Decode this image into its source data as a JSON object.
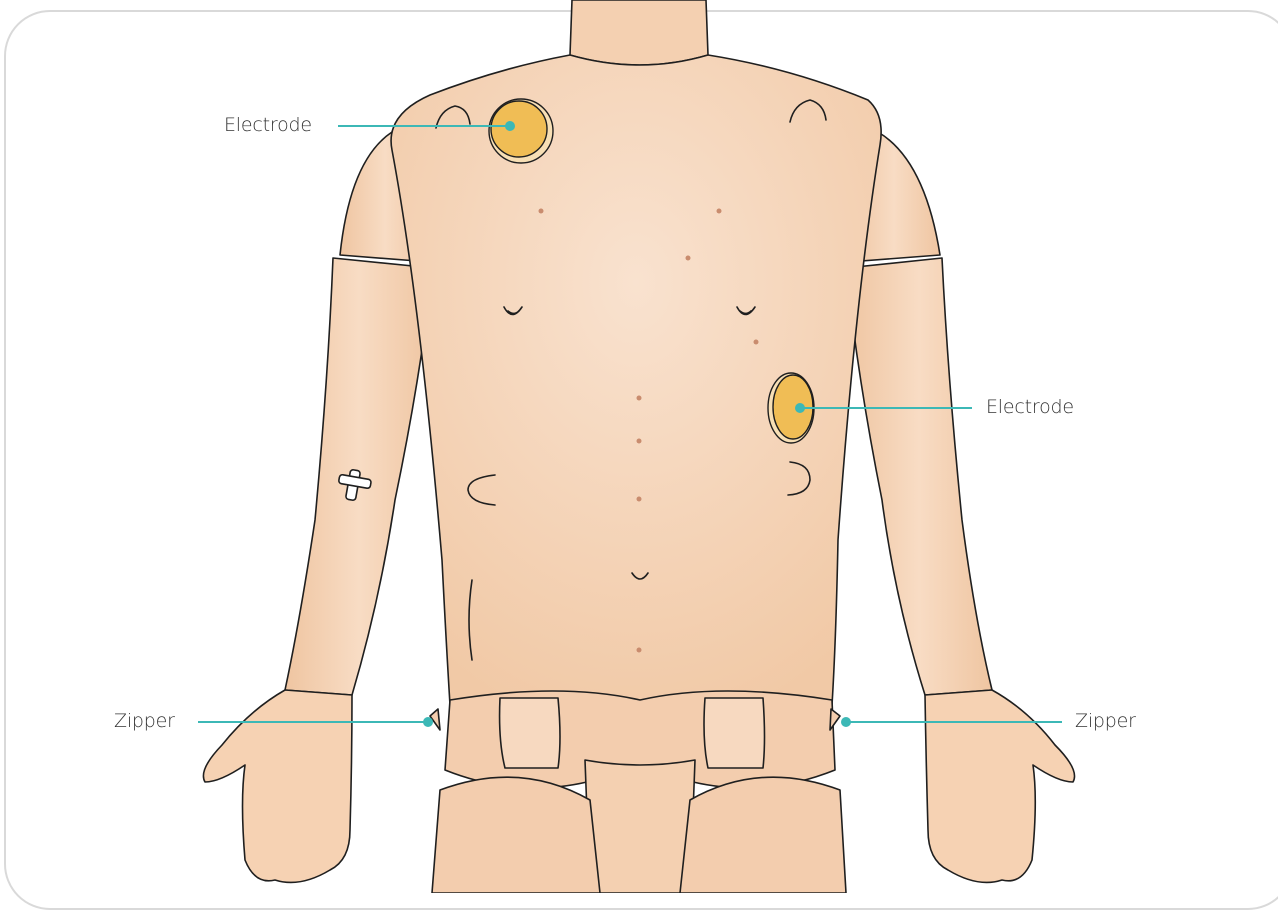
{
  "callouts": {
    "electrode_upper": "Electrode",
    "electrode_side": "Electrode",
    "zipper_left": "Zipper",
    "zipper_right": "Zipper"
  },
  "colors": {
    "skin": "#f6d7bc",
    "skin_shadow": "#eec3a0",
    "outline": "#1f1f1f",
    "electrode": "#f0bd55",
    "leader_line": "#3cb8b6",
    "landmark_dot": "#c98c6e",
    "frame_border": "#d9d9d9"
  }
}
